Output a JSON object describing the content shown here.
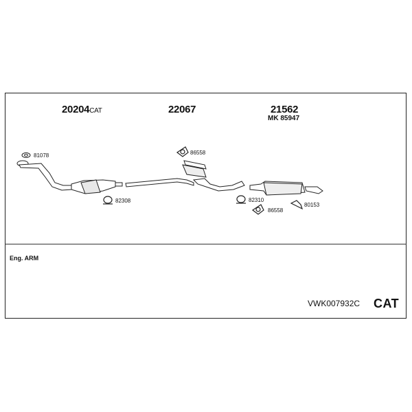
{
  "diagram": {
    "groups": [
      {
        "part_number": "20204",
        "suffix": "CAT"
      },
      {
        "part_number": "22067"
      },
      {
        "part_number": "21562",
        "secondary": "MK 85947"
      }
    ],
    "component_labels": {
      "clamp_front": "81078",
      "clamp_cat": "82308",
      "hanger_mid": "86558",
      "clamp_rear": "82310",
      "hanger_rear": "86558",
      "bracket_rear": "80153"
    },
    "engine": "Eng. ARM",
    "kit_code": "VWK007932C",
    "type_badge": "CAT"
  }
}
